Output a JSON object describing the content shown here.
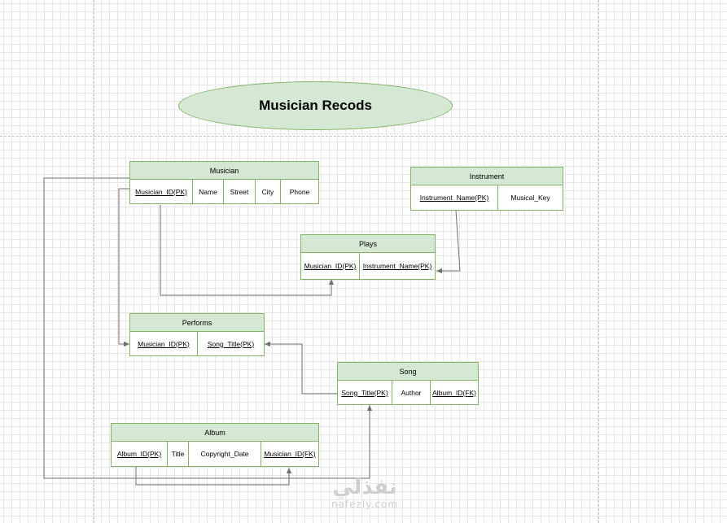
{
  "diagram": {
    "title": "Musician Recods",
    "entities": {
      "musician": {
        "name": "Musician",
        "attributes": [
          {
            "label": "Musician_ID(PK)",
            "key": true
          },
          {
            "label": "Name",
            "key": false
          },
          {
            "label": "Street",
            "key": false
          },
          {
            "label": "City",
            "key": false
          },
          {
            "label": "Phone",
            "key": false
          }
        ]
      },
      "instrument": {
        "name": "Instrument",
        "attributes": [
          {
            "label": "Instrument_Name(PK)",
            "key": true
          },
          {
            "label": "Musical_Key",
            "key": false
          }
        ]
      },
      "plays": {
        "name": "Plays",
        "attributes": [
          {
            "label": "Musician_ID(PK)",
            "key": true
          },
          {
            "label": "Instrument_Name(PK)",
            "key": true
          }
        ]
      },
      "performs": {
        "name": "Performs",
        "attributes": [
          {
            "label": "Musician_ID(PK)",
            "key": true
          },
          {
            "label": "Song_Title(PK)",
            "key": true
          }
        ]
      },
      "song": {
        "name": "Song",
        "attributes": [
          {
            "label": "Song_Title(PK)",
            "key": true
          },
          {
            "label": "Author",
            "key": false
          },
          {
            "label": "Album_ID(FK)",
            "key": true
          }
        ]
      },
      "album": {
        "name": "Album",
        "attributes": [
          {
            "label": "Album_ID(PK)",
            "key": true
          },
          {
            "label": "Title",
            "key": false
          },
          {
            "label": "Copyright_Date",
            "key": false
          },
          {
            "label": "Musician_ID(FK)",
            "key": true
          }
        ]
      }
    },
    "colors": {
      "fill": "#d5e8d4",
      "stroke": "#82b366",
      "connector": "#6f6f6f"
    }
  },
  "watermark": {
    "main": "نفذلي",
    "sub": "nafezly.com"
  }
}
